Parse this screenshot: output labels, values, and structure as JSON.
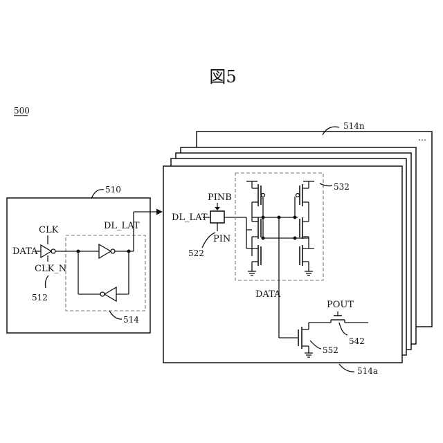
{
  "figure": {
    "title": "図5",
    "ref_main": "500"
  },
  "block_510": {
    "ref": "510",
    "ref_buffer": "512",
    "ref_latch": "514",
    "label_clk": "CLK",
    "label_clk_n": "CLK_N",
    "label_data": "DATA",
    "label_out": "DL_LAT"
  },
  "block_514": {
    "ref_a": "514a",
    "ref_n": "514n",
    "label_in": "DL_LAT",
    "label_pinb": "PINB",
    "label_pin": "PIN",
    "ref_gate": "522",
    "ref_cell": "532",
    "label_data": "DATA",
    "label_pout": "POUT",
    "ref_pout": "542",
    "ref_tr": "552",
    "ellipsis": "⋯"
  }
}
